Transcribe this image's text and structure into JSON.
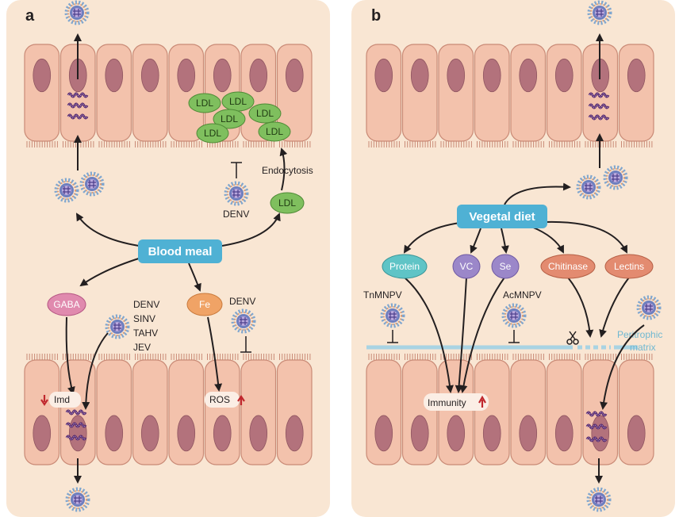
{
  "panel_a": {
    "letter": "a",
    "blood_meal": "Blood meal",
    "endocytosis": "Endocytosis",
    "denv_top": "DENV",
    "ldl_single": "LDL",
    "ldl_cluster": [
      "LDL",
      "LDL",
      "LDL",
      "LDL",
      "LDL",
      "LDL"
    ],
    "gaba": "GABA",
    "fe": "Fe",
    "viruses": [
      "DENV",
      "SINV",
      "TAHV",
      "JEV"
    ],
    "denv_mid": "DENV",
    "imd": "Imd",
    "ros": "ROS"
  },
  "panel_b": {
    "letter": "b",
    "vegetal_diet": "Vegetal diet",
    "protein": "Protein",
    "vc": "VC",
    "se": "Se",
    "chitinase": "Chitinase",
    "lectins": "Lectins",
    "tnmnpv": "TnMNPV",
    "acmnpv": "AcMNPV",
    "peritrophic_1": "Peritrophic",
    "peritrophic_2": "matrix",
    "immunity": "Immunity"
  },
  "colors": {
    "panel_bg": "#f9e6d3",
    "cell_fill": "#f3c2ac",
    "nucleus": "#b3727c",
    "blue_pill": "#4fb1d4",
    "ldl_green": "#7fbf5e",
    "gaba_pink": "#e08aae",
    "fe_orange": "#f0a366",
    "teal": "#5fc4c6",
    "purple": "#9b87c9",
    "salmon": "#e38b70",
    "up_arrow": "#c0272d",
    "pm_blue": "#a9d3e3"
  }
}
